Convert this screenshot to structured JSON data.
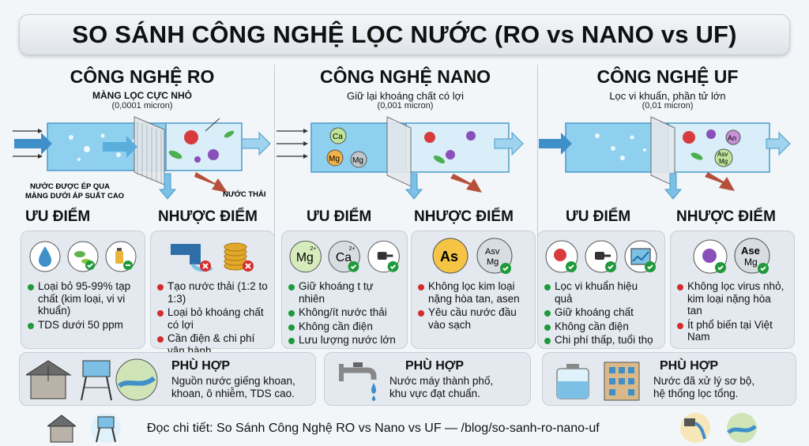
{
  "title": "SO SÁNH CÔNG NGHỆ LỌC NƯỚC (RO vs NANO vs UF)",
  "ro": {
    "heading": "CÔNG NGHỆ RO",
    "sub1": "MÀNG LỌC CỰC NHỎ",
    "sub2": "(0,0001 micron)",
    "label_pressure_1": "NƯỚC ĐƯỢC ÉP QUA",
    "label_pressure_2": "MÀNG DƯỚI ÁP SUẤT CAO",
    "label_waste": "NƯỚC THẢI",
    "pros_title": "ƯU ĐIỂM",
    "cons_title": "NHƯỢC ĐIỂM",
    "pros": [
      "Loại bỏ 95-99% tạp chất (kim loại, vi vi khuẩn)",
      "TDS dưới 50 ppm"
    ],
    "cons": [
      "Tạo nước thải (1:2 to 1:3)",
      "Loại bỏ khoáng chất có lợi",
      "Cần điện & chi phí vận hành"
    ],
    "fit_title": "PHÙ HỢP",
    "fit_text_1": "Nguồn nước giếng khoan,",
    "fit_text_2": "khoan, ô nhiễm, TDS cao."
  },
  "nano": {
    "heading": "CÔNG NGHỆ NANO",
    "sub1": "Giữ lại khoáng chất có lợi",
    "sub2": "(0,001 micron)",
    "pros_title": "ƯU ĐIỂM",
    "cons_title": "NHƯỢC ĐIỂM",
    "pros": [
      "Giữ khoáng  t tự nhiên",
      "Không/ít nước thải",
      "Không cần điện",
      "Lưu lượng nước lớn"
    ],
    "cons": [
      "Không lọc kim loại nặng hòa tan, asen",
      "Yêu cầu nước đầu vào sạch"
    ],
    "fit_title": "PHÙ HỢP",
    "fit_text_1": "Nước máy thành phố,",
    "fit_text_2": "khu vực đạt chuẩn."
  },
  "uf": {
    "heading": "CÔNG NGHỆ UF",
    "sub1": "Lọc vi khuẩn, phần tử lớn",
    "sub2": "(0,01 micron)",
    "pros_title": "ƯU ĐIỂM",
    "cons_title": "NHƯỢC ĐIỂM",
    "pros": [
      "Lọc vi khuẩn hiệu quả",
      "Giữ khoáng chất",
      "Không cần điện",
      "Chi phí thấp, tuổi thọ"
    ],
    "cons": [
      "Không lọc virus nhỏ, kim loại nặng hòa tan",
      "Ít phổ biến tại Việt Nam"
    ],
    "fit_title": "PHÙ HỢP",
    "fit_text_1": "Nước đã xử lý sơ bộ,",
    "fit_text_2": "hệ thống lọc tổng."
  },
  "badges": {
    "ca": "Ca",
    "mg": "Mg",
    "as": "As",
    "asv": "Asv",
    "an": "An",
    "ase": "Ase",
    "mg2": "Mg",
    "ca2": "Ca",
    "sup": "2+"
  },
  "footer": "Đọc chi tiết: So Sánh Công Nghệ RO vs Nano vs UF — /blog/so-sanh-ro-nano-uf",
  "colors": {
    "water": "#8fd0ef",
    "arrow": "#5aaedc",
    "waste": "#b5503a",
    "good": "#1f9a3a",
    "bad": "#d42c2c"
  },
  "icons": [
    "water-drop-icon",
    "bacteria-icon",
    "spray-icon",
    "pipe-icon",
    "coins-icon",
    "plug-icon",
    "well-icon",
    "water-tower-icon",
    "river-icon",
    "faucet-icon",
    "water-tank-icon",
    "building-icon",
    "check-icon",
    "cross-icon"
  ]
}
